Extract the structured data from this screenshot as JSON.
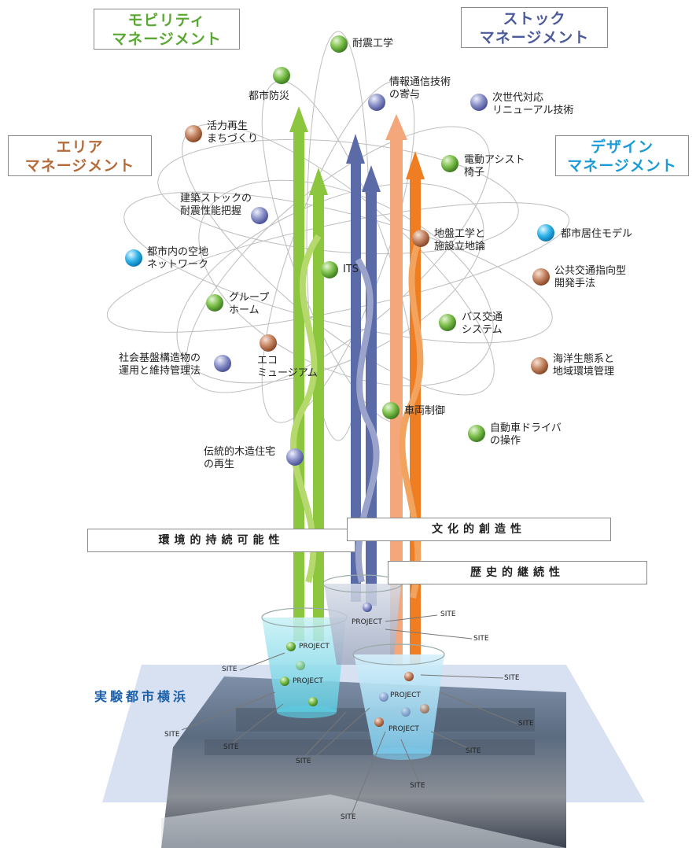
{
  "management_boxes": {
    "mobility": {
      "line1": "モビリティ",
      "line2": "マネージメント",
      "color": "#5aa832"
    },
    "stock": {
      "line1": "ストック",
      "line2": "マネージメント",
      "color": "#4a5a9a"
    },
    "area": {
      "line1": "エリア",
      "line2": "マネージメント",
      "color": "#b56a3a"
    },
    "design": {
      "line1": "デザイン",
      "line2": "マネージメント",
      "color": "#1a9ad6"
    }
  },
  "value_boxes": {
    "environmental": "環境的持続可能性",
    "cultural": "文化的創造性",
    "historical": "歴史的継続性"
  },
  "city_label": "実験都市横浜",
  "topics": [
    {
      "text": "耐震工学",
      "color": "green"
    },
    {
      "text": "都市防災",
      "color": "green"
    },
    {
      "text": "情報通信技術の寄与",
      "line1": "情報通信技術",
      "line2": "の寄与",
      "color": "navy"
    },
    {
      "line1": "次世代対応",
      "line2": "リニューアル技術",
      "color": "navy"
    },
    {
      "line1": "活力再生",
      "line2": "まちづくり",
      "color": "brown"
    },
    {
      "line1": "電動アシスト",
      "line2": "椅子",
      "color": "green"
    },
    {
      "line1": "建築ストックの",
      "line2": "耐震性能把握",
      "color": "navy"
    },
    {
      "line1": "地盤工学と",
      "line2": "施設立地論",
      "color": "brown"
    },
    {
      "text": "都市居住モデル",
      "color": "cyan"
    },
    {
      "line1": "都市内の空地",
      "line2": "ネットワーク",
      "color": "cyan"
    },
    {
      "text": "ITS",
      "color": "green"
    },
    {
      "line1": "公共交通指向型",
      "line2": "開発手法",
      "color": "brown"
    },
    {
      "line1": "グループ",
      "line2": "ホーム",
      "color": "green"
    },
    {
      "line1": "バス交通",
      "line2": "システム",
      "color": "green"
    },
    {
      "line1": "社会基盤構造物の",
      "line2": "運用と維持管理法",
      "color": "navy"
    },
    {
      "line1": "エコ",
      "line2": "ミュージアム",
      "color": "brown"
    },
    {
      "line1": "海洋生態系と",
      "line2": "地域環境管理",
      "color": "brown"
    },
    {
      "text": "車両制御",
      "color": "green"
    },
    {
      "line1": "自動車ドライバ",
      "line2": "の操作",
      "color": "green"
    },
    {
      "line1": "伝統的木造住宅",
      "line2": "の再生",
      "color": "navy"
    }
  ],
  "beaker_labels": {
    "project": "PROJECT",
    "site": "SITE"
  },
  "colors": {
    "green": "#6db33f",
    "navy": "#6f78b8",
    "brown": "#b5704a",
    "cyan": "#1aa6e0",
    "arrow_green": "#8cc63f",
    "arrow_navy": "#5b6ba8",
    "arrow_peach": "#f4a77a",
    "arrow_orange": "#ef7d22"
  }
}
